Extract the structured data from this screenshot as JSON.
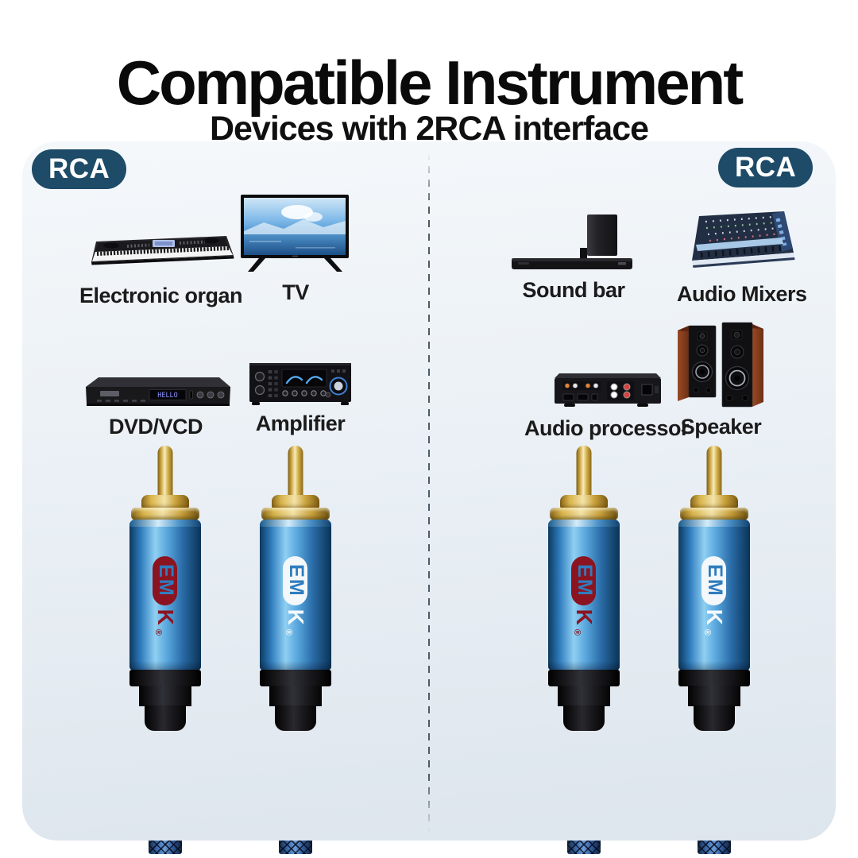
{
  "header": {
    "title": "Compatible Instrument",
    "subtitle": "Devices with 2RCA interface"
  },
  "panels": {
    "left": {
      "badge": "RCA",
      "devices": [
        {
          "label": "Electronic organ",
          "icon": "electronic-organ-icon"
        },
        {
          "label": "TV",
          "icon": "tv-icon"
        },
        {
          "label": "DVD/VCD",
          "icon": "dvd-player-icon",
          "display_text": "HELLO"
        },
        {
          "label": "Amplifier",
          "icon": "amplifier-icon"
        }
      ]
    },
    "right": {
      "badge": "RCA",
      "devices": [
        {
          "label": "Sound bar",
          "icon": "sound-bar-icon"
        },
        {
          "label": "Audio Mixers",
          "icon": "audio-mixer-icon"
        },
        {
          "label": "Audio processor",
          "icon": "audio-processor-icon"
        },
        {
          "label": "Speaker",
          "icon": "speaker-icon"
        }
      ]
    }
  },
  "connectors": {
    "brand_em": "EM",
    "brand_k": "K",
    "registered": "®",
    "plugs": [
      {
        "logo_style": "red"
      },
      {
        "logo_style": "white"
      },
      {
        "logo_style": "red"
      },
      {
        "logo_style": "white"
      }
    ]
  },
  "colors": {
    "badge_bg": "#1d4b68",
    "barrel_blue": "#2f7cbe",
    "logo_red": "#8c1420",
    "logo_white": "#f4f8fb",
    "gold": "#d9b54b",
    "panel_bg_top": "#f5f8fb",
    "panel_bg_bottom": "#dde5ed"
  }
}
